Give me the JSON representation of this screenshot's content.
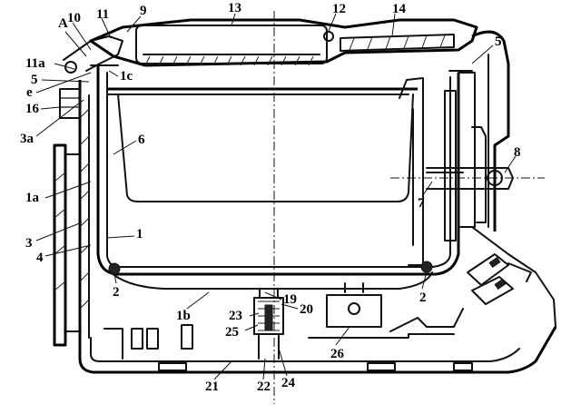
{
  "figure": {
    "labels": {
      "l1": "1",
      "l1a": "1a",
      "l1b": "1b",
      "l1c": "1c",
      "l2a": "2",
      "l2b": "2",
      "l3": "3",
      "l3a": "3a",
      "l4": "4",
      "l5a": "5",
      "l5b": "5",
      "l6": "6",
      "l7": "7",
      "l8": "8",
      "l9": "9",
      "l10": "10",
      "l11": "11",
      "l11a": "11a",
      "l12": "12",
      "l13": "13",
      "l14": "14",
      "l16": "16",
      "l19": "19",
      "l20": "20",
      "l21": "21",
      "l22": "22",
      "l23": "23",
      "l24": "24",
      "l25": "25",
      "l26": "26",
      "lA": "A",
      "le": "e"
    }
  }
}
